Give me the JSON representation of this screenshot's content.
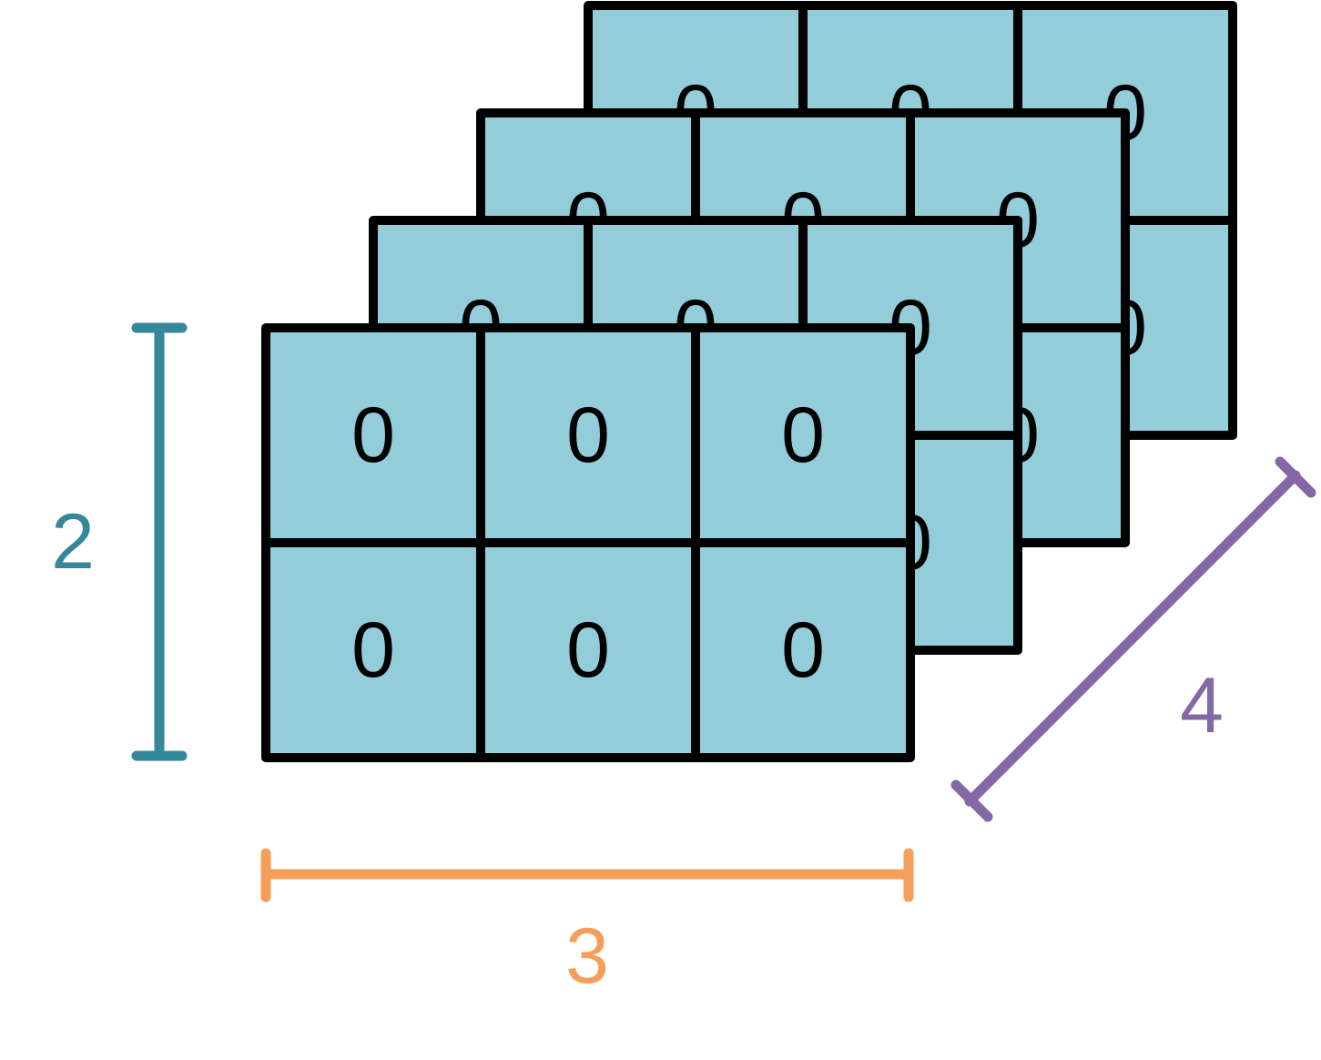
{
  "colors": {
    "cell_fill": "#93cdd9",
    "border": "#000000",
    "rows_dimension": "#35879b",
    "cols_dimension": "#f49e59",
    "depth_dimension": "#8468a6",
    "background": "#ffffff"
  },
  "tensor": {
    "layers": [
      {
        "cells": [
          [
            "0",
            "0",
            "0"
          ],
          [
            "0",
            "0",
            "0"
          ]
        ]
      },
      {
        "cells": [
          [
            "0",
            "0",
            "0"
          ],
          [
            "0",
            "0",
            "0"
          ]
        ]
      },
      {
        "cells": [
          [
            "0",
            "0",
            "0"
          ],
          [
            "0",
            "0",
            "0"
          ]
        ]
      },
      {
        "cells": [
          [
            "0",
            "0",
            "0"
          ],
          [
            "0",
            "0",
            "0"
          ]
        ]
      }
    ]
  },
  "dimensions": {
    "rows_label": "2",
    "cols_label": "3",
    "depth_label": "4"
  }
}
